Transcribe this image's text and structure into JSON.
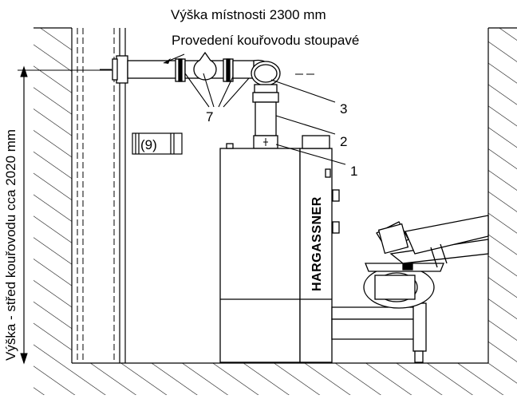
{
  "labels": {
    "room_height": "Výška místnosti 2300 mm",
    "flue_design": "Provedení kouřovodu stoupavé",
    "flue_center_height": "Výška - střed kouřovodu cca 2020 mm",
    "brand": "HARGASSNER"
  },
  "callouts": {
    "c1": "1",
    "c2": "2",
    "c3": "3",
    "c7": "7",
    "c9": "(9)"
  },
  "colors": {
    "line": "#000000",
    "background": "#ffffff"
  }
}
